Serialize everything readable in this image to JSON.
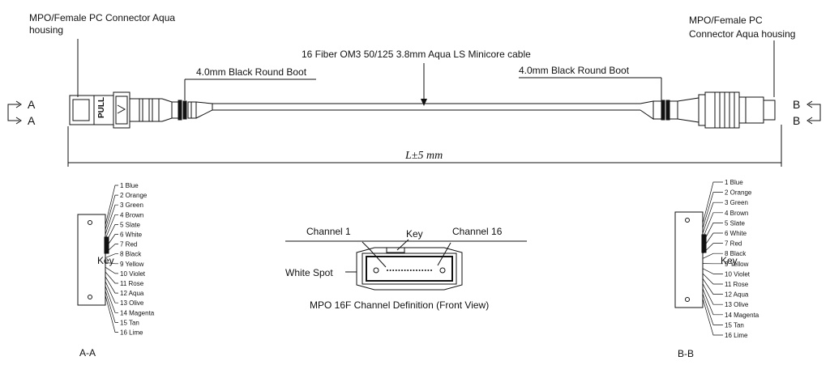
{
  "labels": {
    "left_connector": [
      "MPO/Female PC Connector Aqua",
      "housing"
    ],
    "right_connector": [
      "MPO/Female PC",
      "Connector Aqua housing"
    ],
    "cable": "16 Fiber OM3 50/125 3.8mm Aqua LS Minicore cable",
    "left_boot": "4.0mm Black  Round Boot",
    "right_boot": "4.0mm Black Round Boot",
    "length": "L±5  mm",
    "section_a": "A",
    "section_b": "B",
    "section_aa": "A-A",
    "section_bb": "B-B",
    "key": "Key",
    "pull": "PULL",
    "channel_1": "Channel 1",
    "channel_16": "Channel 16",
    "white_spot": "White Spot",
    "front_key": "Key",
    "front_caption": "MPO 16F Channel Definition (Front View)"
  },
  "fibers": [
    "1 Blue",
    "2 Orange",
    "3 Green",
    "4 Brown",
    "5 Slate",
    "6 White",
    "7 Red",
    "8 Black",
    "9 Yellow",
    "10 Violet",
    "11 Rose",
    "12 Aqua",
    "13 Olive",
    "14 Magenta",
    "15 Tan",
    "16 Lime"
  ]
}
